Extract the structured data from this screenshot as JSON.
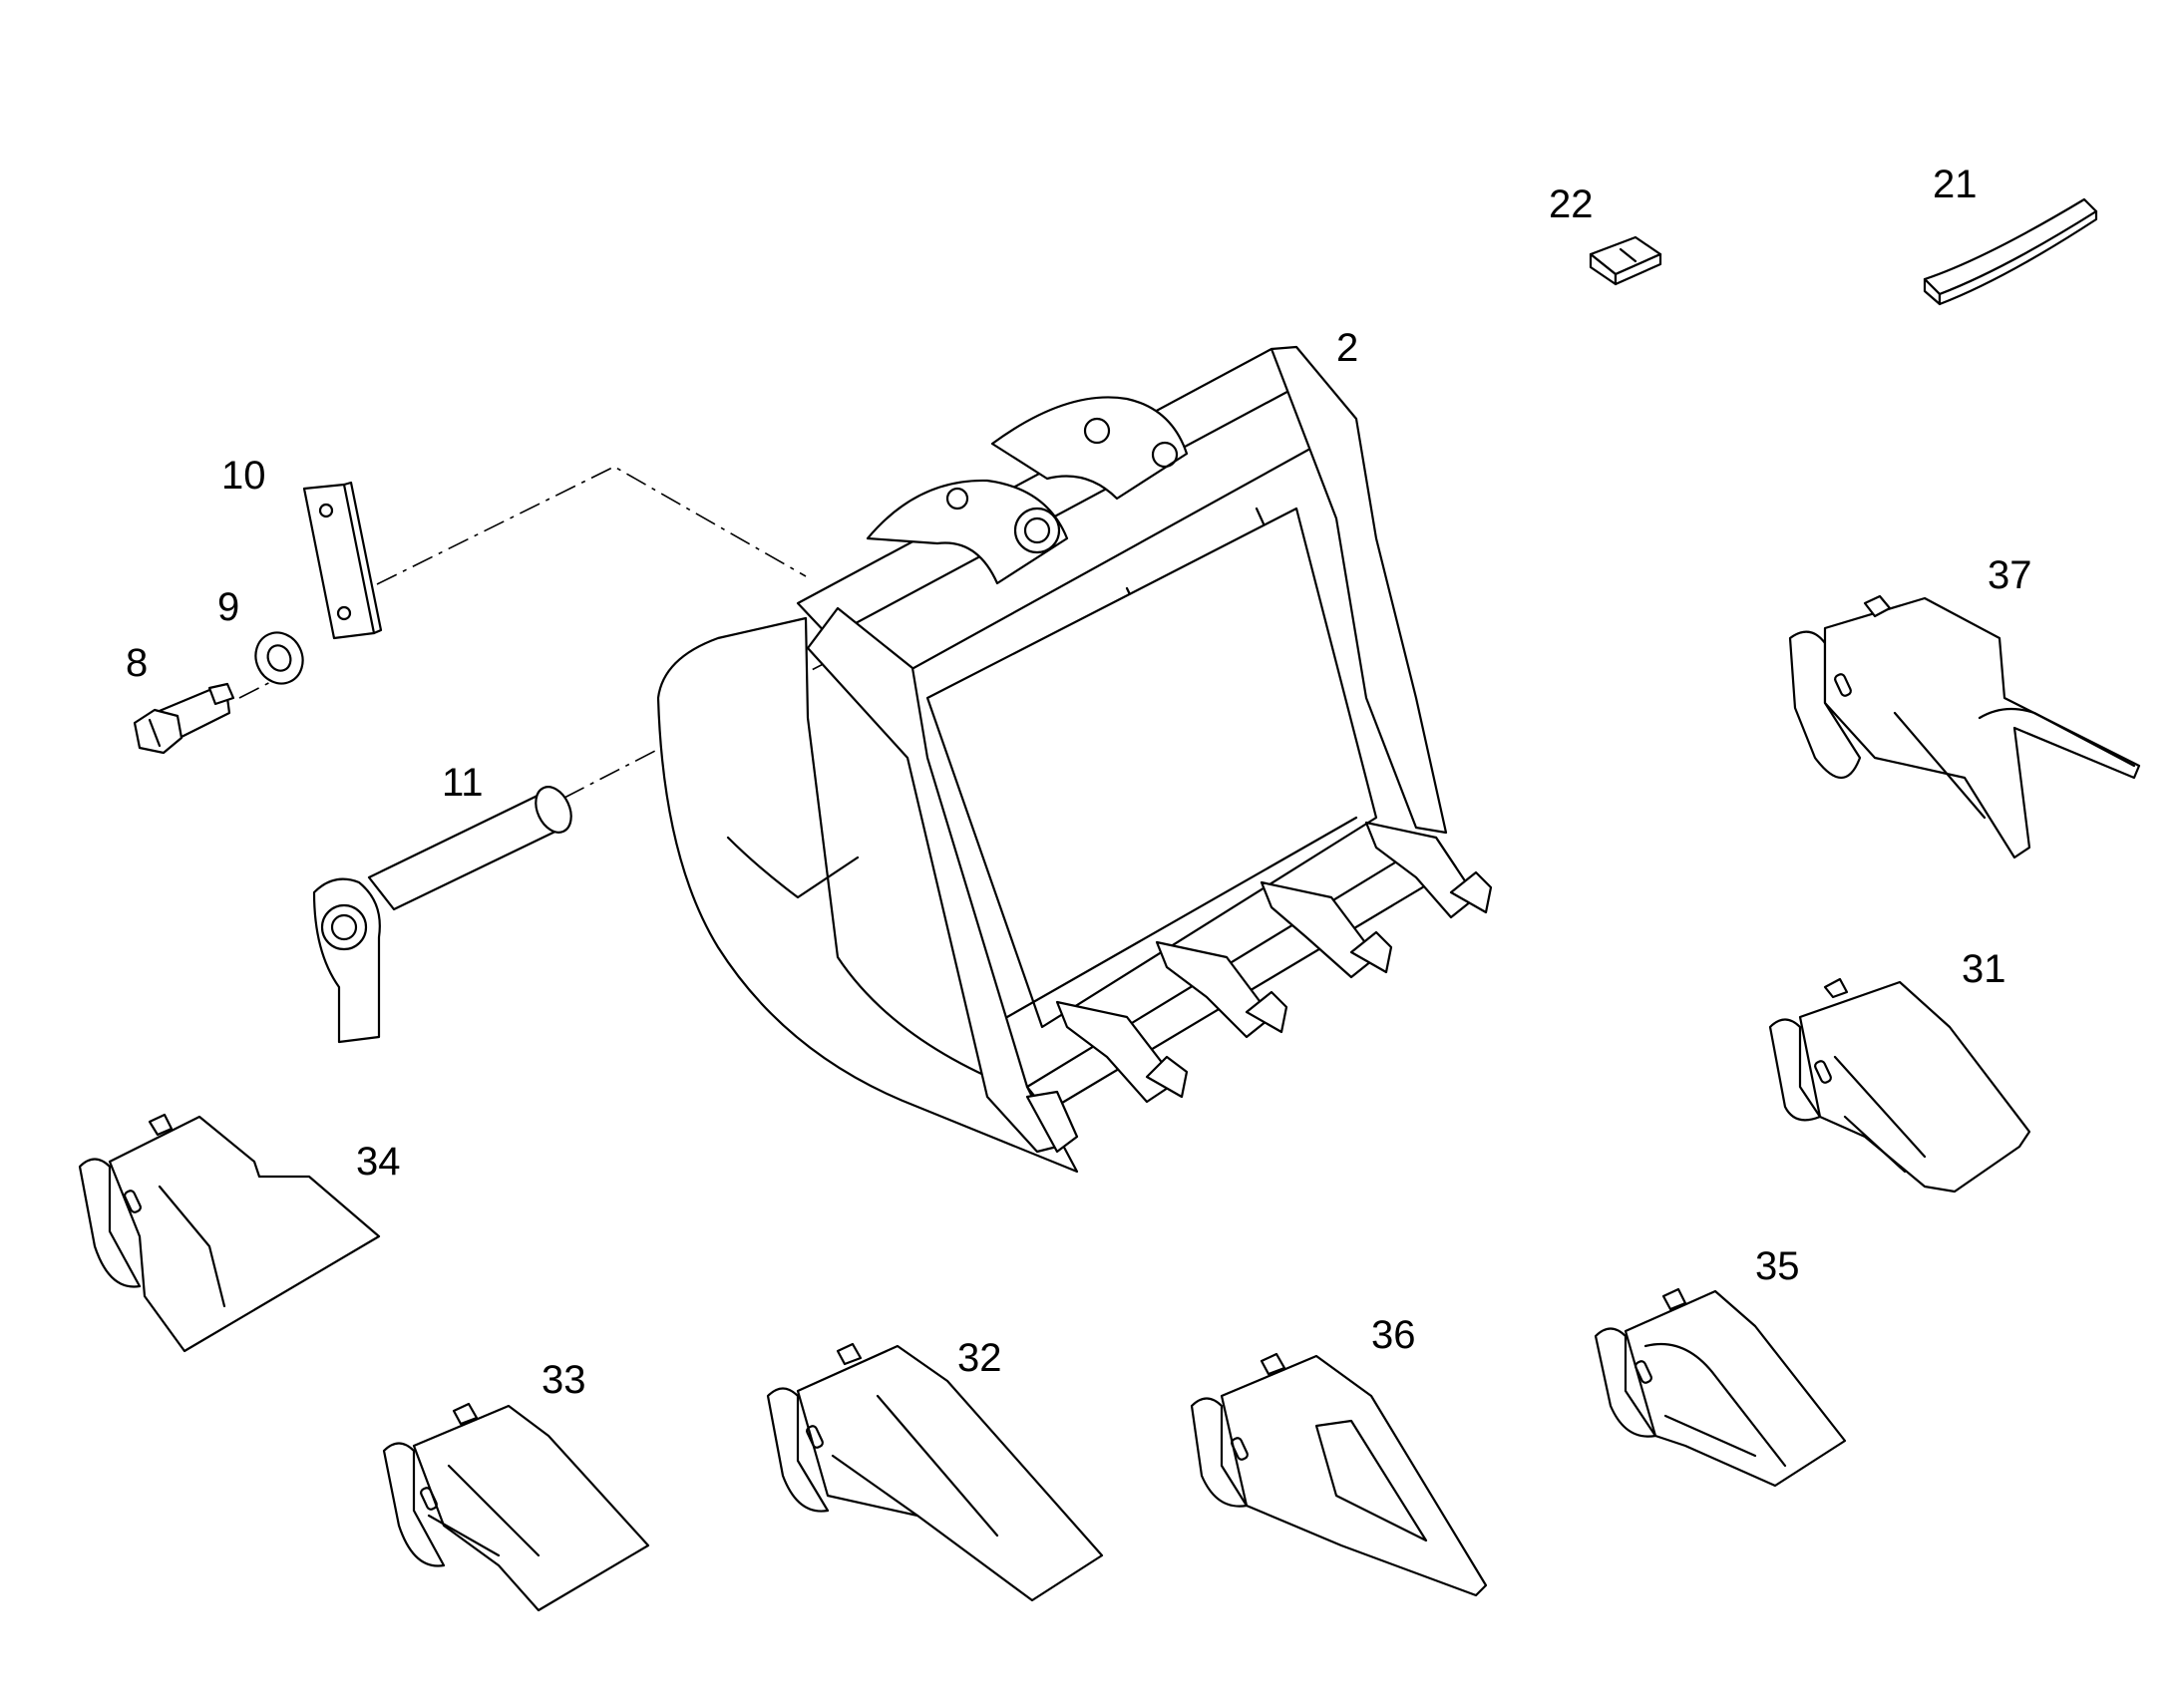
{
  "callouts": {
    "bucket": "2",
    "bolt": "8",
    "washer": "9",
    "plate": "10",
    "pin": "11",
    "tooth_21": "21",
    "adapter_22": "22",
    "tooth_31": "31",
    "tooth_32": "32",
    "tooth_33": "33",
    "tooth_34": "34",
    "tooth_35": "35",
    "tooth_36": "36",
    "tooth_37": "37"
  }
}
